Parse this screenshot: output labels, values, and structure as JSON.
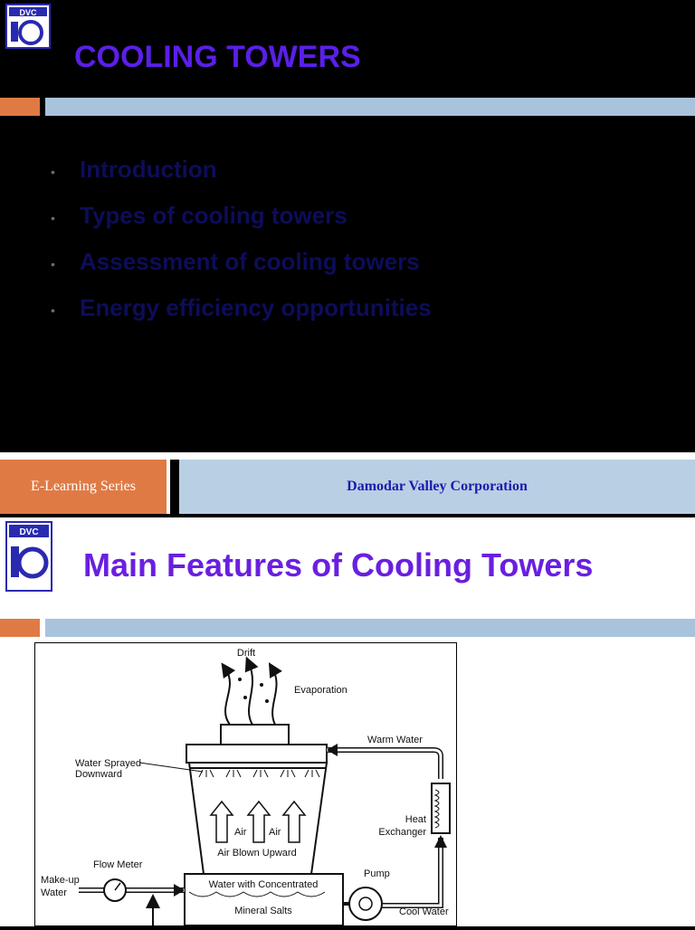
{
  "slide1": {
    "title": "COOLING TOWERS",
    "bullets": [
      "Introduction",
      "Types of cooling towers",
      "Assessment of cooling towers",
      "Energy efficiency opportunities"
    ],
    "footer_left": "E-Learning Series",
    "footer_right": "Damodar Valley Corporation"
  },
  "slide2": {
    "title": "Main Features of Cooling Towers",
    "diagram": {
      "drift": "Drift",
      "evaporation": "Evaporation",
      "warm_water": "Warm Water",
      "water_sprayed_1": "Water Sprayed",
      "water_sprayed_2": "Downward",
      "air_1": "Air",
      "air_2": "Air",
      "air_blown": "Air Blown Upward",
      "heat_1": "Heat",
      "heat_2": "Exchanger",
      "flow_meter": "Flow Meter",
      "pump": "Pump",
      "makeup_1": "Make-up",
      "makeup_2": "Water",
      "basin_1": "Water with Concentrated",
      "basin_2": "Mineral Salts",
      "cool_water": "Cool Water"
    }
  },
  "colors": {
    "title": "#5a1fe8",
    "orange_bar": "#e07a45",
    "blue_bar": "#a9c3dd"
  }
}
